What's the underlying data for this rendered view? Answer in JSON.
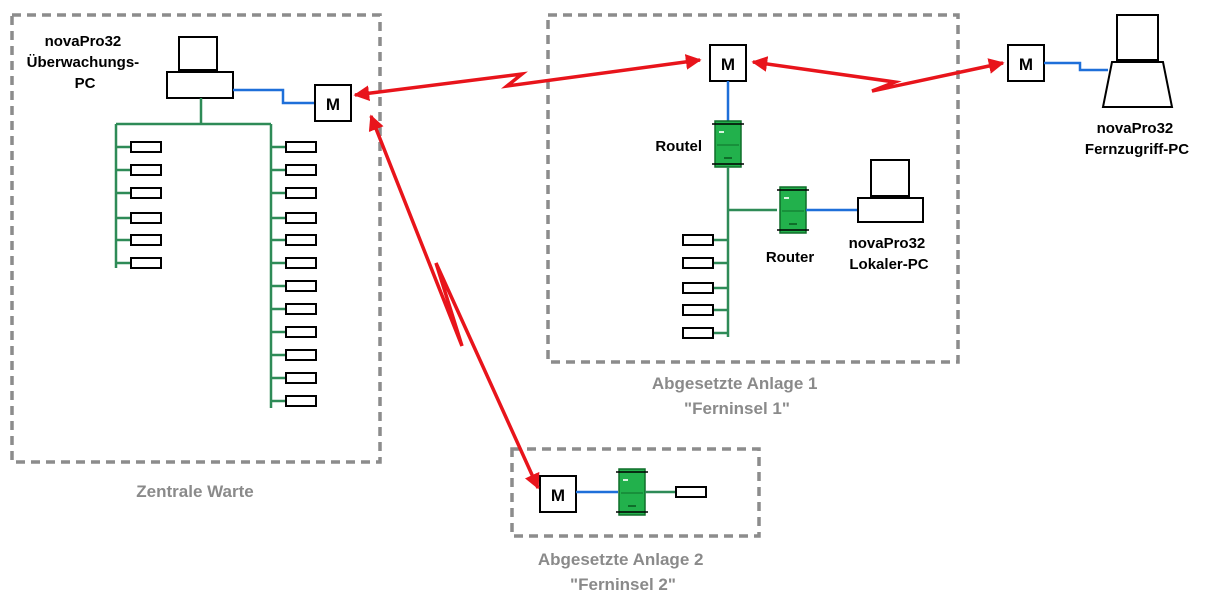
{
  "colors": {
    "frame": "#8c8c8c",
    "bus": "#2e8b57",
    "link": "#1e6fd9",
    "radio": "#e8141b",
    "router_fill": "#22b14c",
    "router_dark": "#0f6e2a"
  },
  "labels": {
    "central_pc": [
      "novaPro32",
      "Überwachungs-",
      "PC"
    ],
    "remote_pc": [
      "novaPro32",
      "Fernzugriff-PC"
    ],
    "local_pc": [
      "novaPro32",
      "Lokaler-PC"
    ],
    "routel": "Routel",
    "router": "Router",
    "modem": "M",
    "zentrale": "Zentrale Warte",
    "anlage1": [
      "Abgesetzte Anlage 1",
      "\"Ferninsel 1\""
    ],
    "anlage2": [
      "Abgesetzte Anlage 2",
      "\"Ferninsel 2\""
    ]
  },
  "icons": [
    "monitor-icon",
    "modem-icon",
    "router-icon",
    "io-module-icon",
    "radio-link-icon"
  ]
}
